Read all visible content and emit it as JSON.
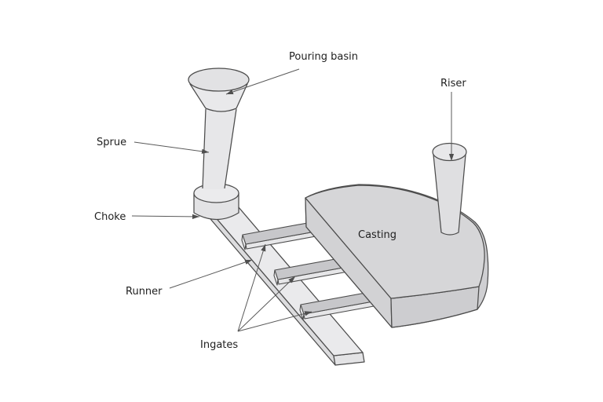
{
  "diagram": {
    "subject": "casting-gating-system",
    "labels": {
      "pouring_basin": "Pouring basin",
      "sprue": "Sprue",
      "choke": "Choke",
      "runner": "Runner",
      "ingates": "Ingates",
      "casting": "Casting",
      "riser": "Riser"
    },
    "colors": {
      "background": "#ffffff",
      "outline": "#4c4c4c",
      "leader_line": "#5a5a5a",
      "text": "#1f1f1f",
      "surface_light": "#e9e9eb",
      "surface_mid": "#d6d6d8",
      "surface_dark": "#c7c7ca"
    }
  }
}
